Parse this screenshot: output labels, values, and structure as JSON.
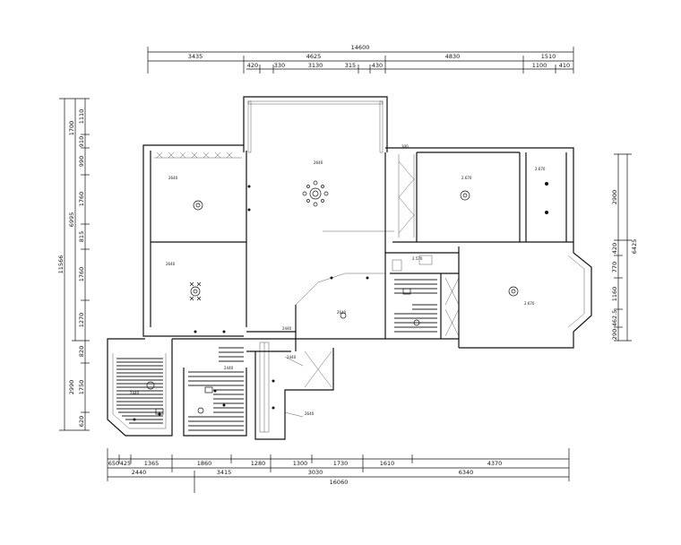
{
  "dimensions": {
    "top_total": "14600",
    "top_row1": [
      "3435",
      "4625",
      "4830",
      "1510"
    ],
    "top_row2": [
      "420",
      "330",
      "3130",
      "315",
      "430",
      "1100",
      "410"
    ],
    "bottom_row1": [
      "650",
      "425",
      "1365",
      "1860",
      "1280",
      "1300",
      "1730",
      "1610",
      "4370"
    ],
    "bottom_row2": [
      "2440",
      "3415",
      "3030",
      "6340"
    ],
    "bottom_total": "16060",
    "left_total": "11566",
    "left_sub": "6995",
    "left_row": [
      "1110",
      "1700",
      "910",
      "990",
      "1760",
      "815",
      "1760",
      "1270",
      "820",
      "1750",
      "2990",
      "620"
    ],
    "right_row": [
      "2900",
      "6425",
      "420",
      "770",
      "1160",
      "462.5",
      "290"
    ]
  },
  "room_labels": {
    "r1_elev": "2640",
    "r2_elev": "2640",
    "r3_elev": "2640",
    "r4_elev": "2.670",
    "r5_elev": "2.670",
    "r6_elev": "2.570",
    "r7_elev": "2.670",
    "r8_elev": "2440",
    "r9_elev": "2440",
    "r10_elev": "2440",
    "r11_elev": "2640",
    "r12_elev": "2440",
    "r13_elev": "2640",
    "note_small": "300"
  }
}
